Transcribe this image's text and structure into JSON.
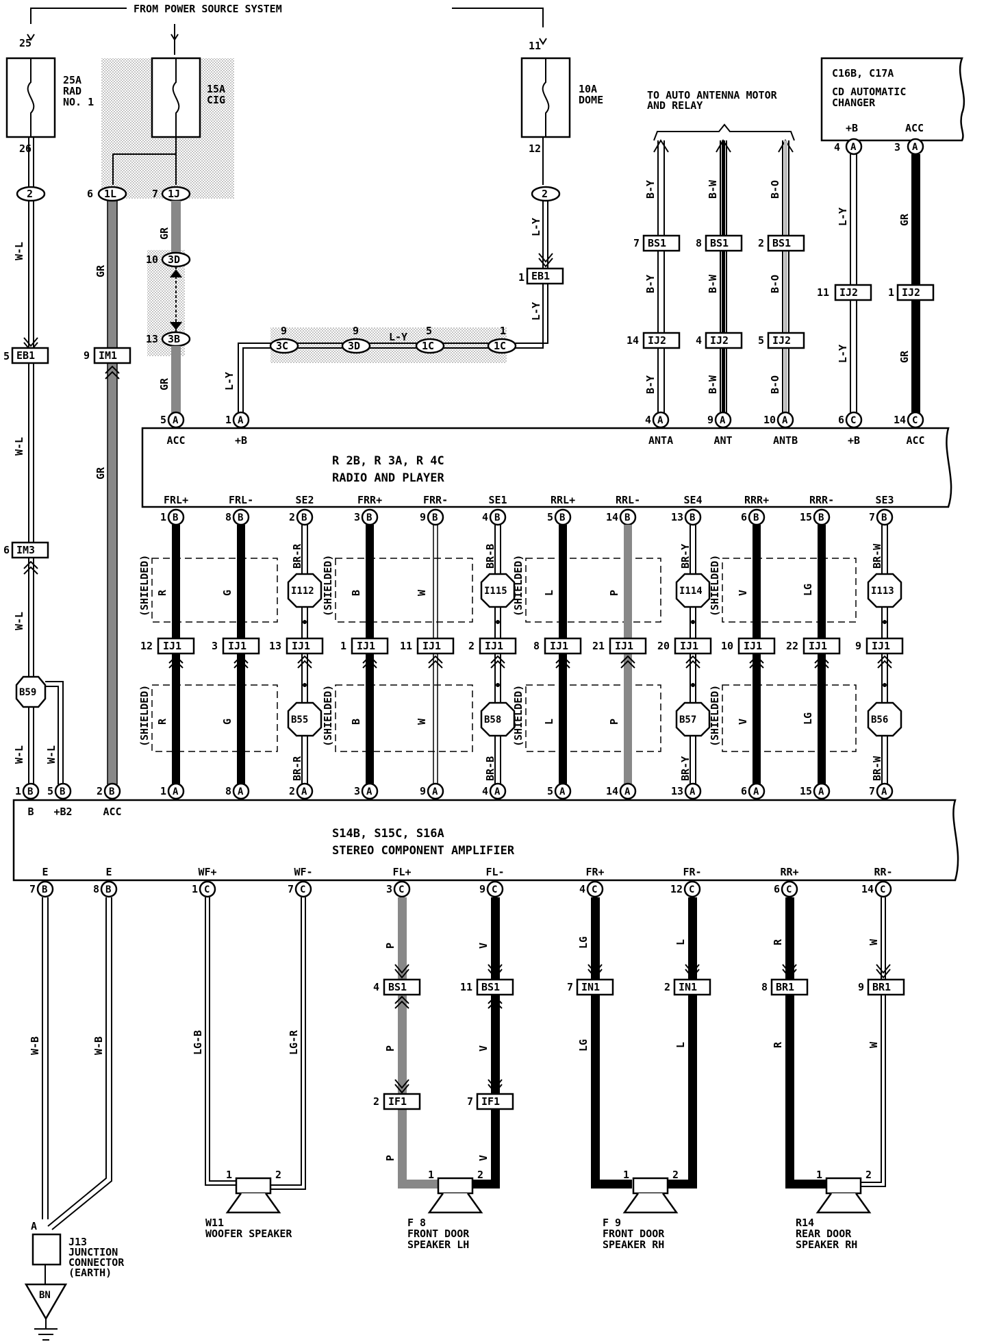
{
  "header": "FROM POWER SOURCE SYSTEM",
  "fuses": [
    {
      "in_pin": "25",
      "out_pin": "26",
      "amp": "25A",
      "name1": "RAD",
      "name2": "NO. 1"
    },
    {
      "amp": "15A",
      "name1": "CIG"
    },
    {
      "in_pin": "11",
      "out_pin": "12",
      "amp": "10A",
      "name1": "DOME"
    }
  ],
  "antenna": {
    "line1": "TO AUTO ANTENNA MOTOR",
    "line2": "AND RELAY"
  },
  "cd_changer": {
    "line1": "C16B, C17A",
    "line2": "CD AUTOMATIC",
    "line3": "CHANGER"
  },
  "radio": {
    "line1": "R 2B, R 3A, R 4C",
    "line2": "RADIO AND PLAYER"
  },
  "amplifier": {
    "line1": "S14B, S15C, S16A",
    "line2": "STEREO COMPONENT AMPLIFIER"
  },
  "radio_top_pins": [
    {
      "pin": "5",
      "conn": "A",
      "label": "ACC"
    },
    {
      "pin": "1",
      "conn": "A",
      "label": "+B"
    },
    {
      "pin": "4",
      "conn": "A",
      "label": "ANTA"
    },
    {
      "pin": "9",
      "conn": "A",
      "label": "ANT"
    },
    {
      "pin": "10",
      "conn": "A",
      "label": "ANTB"
    },
    {
      "pin": "6",
      "conn": "C",
      "label": "+B"
    },
    {
      "pin": "14",
      "conn": "C",
      "label": "ACC"
    }
  ],
  "audio_channels": [
    {
      "label": "FRL+",
      "radio_pin": "1",
      "ij1": "12",
      "amp_pin": "1",
      "color": "R",
      "wire": "thick"
    },
    {
      "label": "FRL-",
      "radio_pin": "8",
      "ij1": "3",
      "amp_pin": "8",
      "color": "G",
      "wire": "thick"
    },
    {
      "label": "SE2",
      "radio_pin": "2",
      "ij1": "13",
      "amp_pin": "2",
      "color": "BR-R",
      "wire": "double",
      "top_splice": "I112",
      "bot_splice": "B55"
    },
    {
      "label": "FRR+",
      "radio_pin": "3",
      "ij1": "1",
      "amp_pin": "3",
      "color": "B",
      "wire": "thick"
    },
    {
      "label": "FRR-",
      "radio_pin": "9",
      "ij1": "11",
      "amp_pin": "9",
      "color": "W",
      "wire": "thin"
    },
    {
      "label": "SE1",
      "radio_pin": "4",
      "ij1": "2",
      "amp_pin": "4",
      "color": "BR-B",
      "wire": "double",
      "top_splice": "I115",
      "bot_splice": "B58"
    },
    {
      "label": "RRL+",
      "radio_pin": "5",
      "ij1": "8",
      "amp_pin": "5",
      "color": "L",
      "wire": "thick"
    },
    {
      "label": "RRL-",
      "radio_pin": "14",
      "ij1": "21",
      "amp_pin": "14",
      "color": "P",
      "wire": "gray"
    },
    {
      "label": "SE4",
      "radio_pin": "13",
      "ij1": "20",
      "amp_pin": "13",
      "color": "BR-Y",
      "wire": "double",
      "top_splice": "I114",
      "bot_splice": "B57"
    },
    {
      "label": "RRR+",
      "radio_pin": "6",
      "ij1": "10",
      "amp_pin": "6",
      "color": "V",
      "wire": "thick"
    },
    {
      "label": "RRR-",
      "radio_pin": "15",
      "ij1": "22",
      "amp_pin": "15",
      "color": "LG",
      "wire": "thick"
    },
    {
      "label": "SE3",
      "radio_pin": "7",
      "ij1": "9",
      "amp_pin": "7",
      "color": "BR-W",
      "wire": "double",
      "top_splice": "I113",
      "bot_splice": "B56"
    }
  ],
  "shielded": "(SHIELDED)",
  "ij1_label": "IJ1",
  "amp_top_left_pins": [
    {
      "pin": "1",
      "conn": "B",
      "label": "B"
    },
    {
      "pin": "5",
      "conn": "B",
      "label": "+B2"
    },
    {
      "pin": "2",
      "conn": "B",
      "label": "ACC"
    }
  ],
  "amp_bottom_pins": [
    {
      "label": "E",
      "pin": "7",
      "conn": "B"
    },
    {
      "label": "E",
      "pin": "8",
      "conn": "B"
    },
    {
      "label": "WF+",
      "pin": "1",
      "conn": "C"
    },
    {
      "label": "WF-",
      "pin": "7",
      "conn": "C"
    },
    {
      "label": "FL+",
      "pin": "3",
      "conn": "C"
    },
    {
      "label": "FL-",
      "pin": "9",
      "conn": "C"
    },
    {
      "label": "FR+",
      "pin": "4",
      "conn": "C"
    },
    {
      "label": "FR-",
      "pin": "12",
      "conn": "C"
    },
    {
      "label": "RR+",
      "pin": "6",
      "conn": "C"
    },
    {
      "label": "RR-",
      "pin": "14",
      "conn": "C"
    }
  ],
  "left_wires": {
    "wl": "W-L",
    "gr": "GR",
    "ly": "L-Y",
    "by": "B-Y",
    "bw": "B-W",
    "bo": "B-O",
    "wb": "W-B"
  },
  "connectors": {
    "eb1": "EB1",
    "im1": "IM1",
    "im3": "IM3",
    "b59": "B59",
    "bs1": "BS1",
    "ij2": "IJ2",
    "in1": "IN1",
    "br1": "BR1",
    "if1": "IF1",
    "c1l": "1L",
    "c1j": "1J",
    "c3d": "3D",
    "c3b": "3B",
    "c3c": "3C",
    "c1c": "1C",
    "n2": "2",
    "n6": "6",
    "n7": "7",
    "n10": "10",
    "n13": "13",
    "n5": "5",
    "n1": "1",
    "n9": "9",
    "n8": "8",
    "n4": "4",
    "n3": "3",
    "n11": "11",
    "n14": "14",
    "n12": "12"
  },
  "speaker_wires": {
    "lgb": "LG-B",
    "lgr": "LG-R",
    "p": "P",
    "v": "V",
    "lg": "LG",
    "l": "L",
    "r": "R",
    "w": "W"
  },
  "speakers": [
    {
      "id": "W11",
      "name1": "WOOFER SPEAKER",
      "name2": ""
    },
    {
      "id": "F 8",
      "name1": "FRONT DOOR",
      "name2": "SPEAKER LH"
    },
    {
      "id": "F 9",
      "name1": "FRONT DOOR",
      "name2": "SPEAKER RH"
    },
    {
      "id": "R14",
      "name1": "REAR DOOR",
      "name2": "SPEAKER RH"
    }
  ],
  "junction": {
    "pin": "A",
    "id": "J13",
    "line1": "JUNCTION",
    "line2": "CONNECTOR",
    "line3": "(EARTH)"
  },
  "ground": "BN",
  "pin_nums": {
    "p1": "1",
    "p2": "2"
  }
}
